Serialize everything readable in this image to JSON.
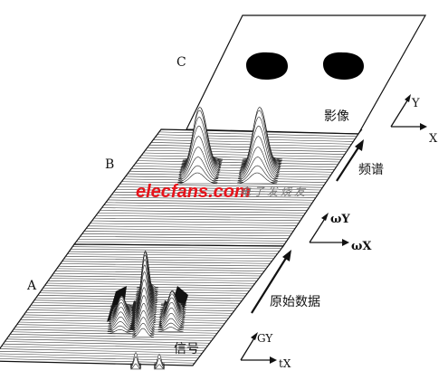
{
  "planes": {
    "a_label": "A",
    "b_label": "B",
    "c_label": "C"
  },
  "stage_labels": {
    "image": "影像",
    "spectrum": "频谱",
    "raw_data": "原始数据",
    "signal": "信号"
  },
  "axes": {
    "image_y": "Y",
    "image_x": "X",
    "spectrum_y": "ωY",
    "spectrum_x": "ωX",
    "signal_y": "GY",
    "signal_x": "tX"
  },
  "watermark": {
    "brand": "elecfans",
    "domain": ".com",
    "slogan": "电子发烧友"
  },
  "colors": {
    "line": "#111111",
    "plane_fill": "#ffffff",
    "blob": "#000000",
    "watermark_red": "#e6141b",
    "watermark_gray": "#777777"
  }
}
